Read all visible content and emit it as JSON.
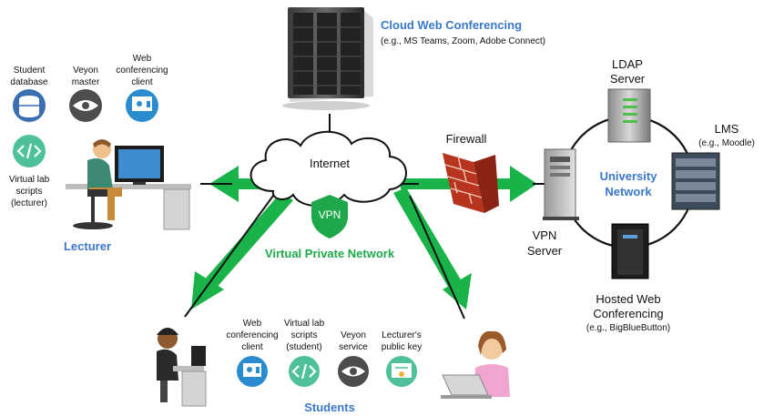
{
  "cloud": {
    "title": "Cloud Web Conferencing",
    "subtitle": "(e.g., MS Teams, Zoom, Adobe Connect)"
  },
  "lecturer": {
    "label": "Lecturer",
    "icons": [
      {
        "name": "Student database",
        "lines": [
          "Student",
          "database"
        ],
        "icon": "database-icon"
      },
      {
        "name": "Veyon master",
        "lines": [
          "Veyon",
          "master"
        ],
        "icon": "eye-icon"
      },
      {
        "name": "Web conferencing client",
        "lines": [
          "Web",
          "conferencing",
          "client"
        ],
        "icon": "video-call-icon"
      },
      {
        "name": "Virtual lab scripts (lecturer)",
        "lines": [
          "Virtual lab",
          "scripts",
          "(lecturer)"
        ],
        "icon": "code-icon"
      }
    ]
  },
  "internet": {
    "label": "Internet"
  },
  "vpn": {
    "badge": "VPN",
    "label": "Virtual Private Network"
  },
  "firewall": {
    "label": "Firewall"
  },
  "university": {
    "label_lines": [
      "University",
      "Network"
    ],
    "vpn_server_lines": [
      "VPN",
      "Server"
    ],
    "ldap_lines": [
      "LDAP",
      "Server"
    ],
    "lms_title": "LMS",
    "lms_sub": "(e.g., Moodle)",
    "hosted_lines": [
      "Hosted Web",
      "Conferencing"
    ],
    "hosted_sub": "(e.g., BigBlueButton)"
  },
  "students": {
    "label": "Students",
    "icons": [
      {
        "lines": [
          "Web",
          "conferencing",
          "client"
        ],
        "icon": "video-call-icon"
      },
      {
        "lines": [
          "Virtual lab",
          "scripts",
          "(student)"
        ],
        "icon": "code-icon"
      },
      {
        "lines": [
          "Veyon",
          "service"
        ],
        "icon": "eye-icon"
      },
      {
        "lines": [
          "Lecturer's",
          "public key"
        ],
        "icon": "certificate-icon"
      }
    ]
  },
  "colors": {
    "accent_blue": "#3a78c9",
    "green": "#1fa84a",
    "teal": "#4fc19a",
    "arrow_green": "#19b34a"
  }
}
